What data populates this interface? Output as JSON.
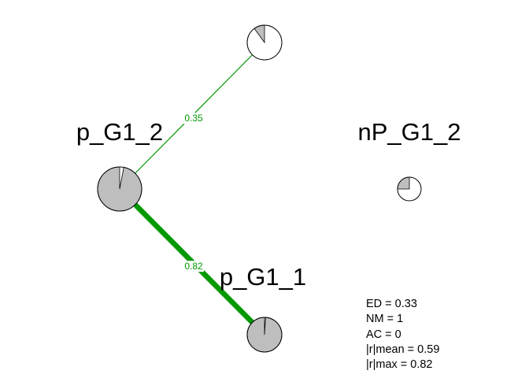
{
  "diagram": {
    "type": "network",
    "colors": {
      "edge": "#009900",
      "pie_fill": "#bebebe",
      "pie_empty": "#ffffff",
      "outline": "#000000"
    },
    "nodes": [
      {
        "id": "n_top",
        "label": "",
        "fraction": 0.1
      },
      {
        "id": "p_G1_2",
        "label": "p_G1_2",
        "fraction": 0.97
      },
      {
        "id": "p_G1_1",
        "label": "p_G1_1",
        "fraction": 0.99
      },
      {
        "id": "nP_G1_2",
        "label": "nP_G1_2",
        "fraction": 0.25
      }
    ],
    "edges": [
      {
        "from": "p_G1_2",
        "to": "n_top",
        "weight": 0.35,
        "label": "0.35"
      },
      {
        "from": "p_G1_2",
        "to": "p_G1_1",
        "weight": 0.82,
        "label": "0.82"
      }
    ]
  },
  "stats": [
    "ED = 0.33",
    "NM = 1",
    "AC = 0",
    "|r|mean = 0.59",
    "|r|max = 0.82"
  ]
}
